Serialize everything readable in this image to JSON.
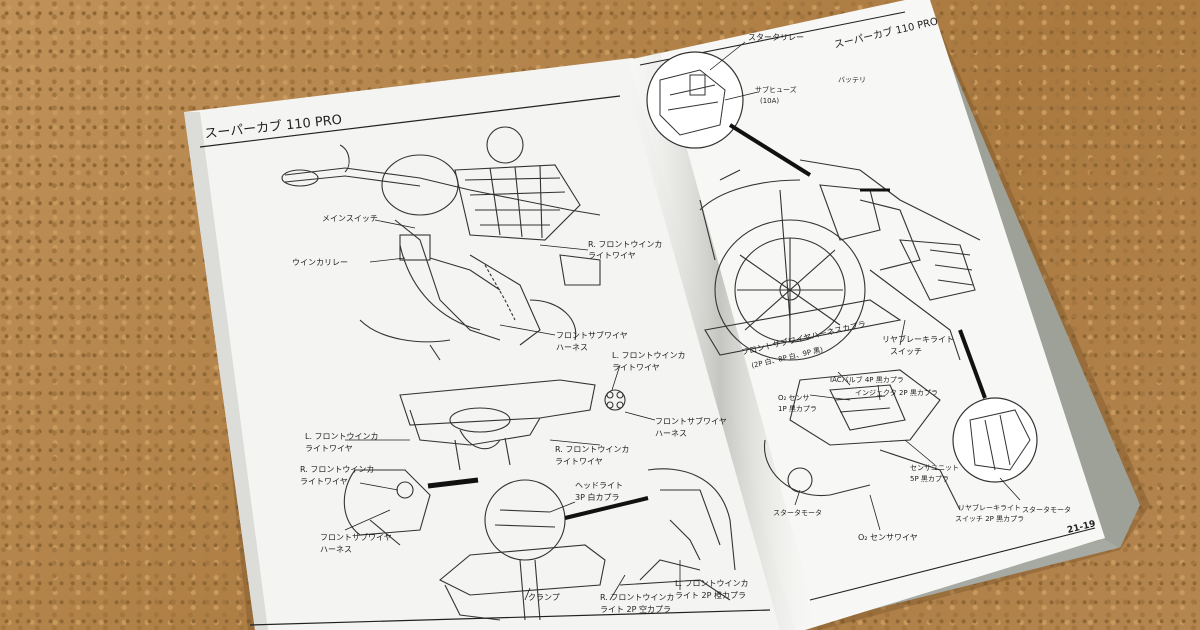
{
  "left_page": {
    "header": "スーパーカブ 110 PRO",
    "labels": [
      "メインスイッチ",
      "R. フロントウインカ",
      "ライトワイヤ",
      "ウインカリレー",
      "フロントサブワイヤ",
      "ハーネス",
      "L. フロントウインカ",
      "ライトワイヤ",
      "フロントサブワイヤ",
      "ハーネス",
      "L. フロントウインカ",
      "ライトワイヤ",
      "R. フロントウインカ",
      "ライトワイヤ",
      "R. フロントウインカ",
      "ライトワイヤ",
      "ヘッドライト",
      "3P 白カプラ",
      "フロントサブワイヤ",
      "ハーネス",
      "R. フロントウインカ",
      "ライト 2P 空カプラ",
      "L. フロントウインカ",
      "ライト 2P 橙カプラ",
      "クランプ"
    ]
  },
  "right_page": {
    "header": "スーパーカブ 110 PRO",
    "page_number": "21-19",
    "labels": [
      "スタータリレー",
      "サブヒューズ",
      "(10A)",
      "バッテリ",
      "フロントサブワイヤハーネスカプラ",
      "(2P 白、8P 白、9P 黒)",
      "リヤブレーキライト",
      "スイッチ",
      "IACバルブ 4P 黒カプラ",
      "インジェクタ 2P 黒カプラ",
      "O₂ センサ",
      "1P 黒カプラ",
      "センサユニット",
      "5P 黒カプラ",
      "スタータモータ",
      "O₂ センサワイヤ",
      "リヤブレーキライト",
      "スイッチ 2P 黒カプラ",
      "スタータモータ"
    ]
  },
  "colors": {
    "cork": "#b98a4f",
    "paper": "#f4f4f2",
    "cover": "#a7aaa2",
    "ink": "#222222"
  }
}
